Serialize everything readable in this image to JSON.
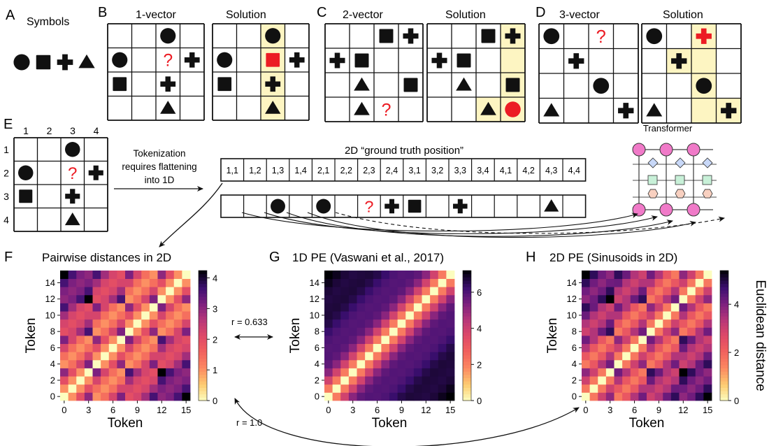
{
  "panels": {
    "A": {
      "letter": "A",
      "title": "Symbols"
    },
    "B": {
      "letter": "B",
      "puzzle_title": "1-vector",
      "solution_title": "Solution"
    },
    "C": {
      "letter": "C",
      "puzzle_title": "2-vector",
      "solution_title": "Solution"
    },
    "D": {
      "letter": "D",
      "puzzle_title": "3-vector",
      "solution_title": "Solution"
    },
    "E": {
      "letter": "E",
      "col_labels": [
        "1",
        "2",
        "3",
        "4"
      ],
      "row_labels": [
        "1",
        "2",
        "3",
        "4"
      ],
      "tokenization_text": [
        "Tokenization",
        "requires flattening",
        "into 1D"
      ],
      "ground_truth_title": "2D “ground truth position”",
      "positions": [
        "1,1",
        "1,2",
        "1,3",
        "1,4",
        "2,1",
        "2,2",
        "2,3",
        "2,4",
        "3,1",
        "3,2",
        "3,3",
        "3,4",
        "4,1",
        "4,2",
        "4,3",
        "4,4"
      ],
      "transformer_label": "Transformer"
    },
    "F": {
      "letter": "F",
      "title": "Pairwise distances in 2D"
    },
    "G": {
      "letter": "G",
      "title": "1D PE (Vaswani et al., 2017)"
    },
    "H": {
      "letter": "H",
      "title": "2D PE (Sinusoids in 2D)"
    }
  },
  "annotations": {
    "r_fg": "r = 0.633",
    "r_fh": "r = 1.0"
  },
  "symbols": [
    "circle",
    "square",
    "plus",
    "triangle",
    "question"
  ],
  "grids": {
    "B_puzzle": [
      [
        "",
        "",
        "circle",
        ""
      ],
      [
        "circle",
        "",
        "question",
        "plus"
      ],
      [
        "square",
        "",
        "plus",
        ""
      ],
      [
        "",
        "",
        "triangle",
        ""
      ]
    ],
    "B_solution": [
      [
        "",
        "",
        "circle",
        ""
      ],
      [
        "circle",
        "",
        "square-red",
        "plus"
      ],
      [
        "square",
        "",
        "plus",
        ""
      ],
      [
        "",
        "",
        "triangle",
        ""
      ]
    ],
    "B_highlight": [
      [
        0,
        2
      ],
      [
        1,
        2
      ],
      [
        2,
        2
      ],
      [
        3,
        2
      ]
    ],
    "C_puzzle": [
      [
        "",
        "",
        "square",
        "plus"
      ],
      [
        "plus",
        "square",
        "",
        ""
      ],
      [
        "",
        "triangle",
        "",
        "square"
      ],
      [
        "",
        "triangle",
        "question",
        ""
      ]
    ],
    "C_solution": [
      [
        "",
        "",
        "square",
        "plus"
      ],
      [
        "plus",
        "square",
        "",
        ""
      ],
      [
        "",
        "triangle",
        "",
        "square"
      ],
      [
        "",
        "",
        "triangle",
        "circle-red"
      ]
    ],
    "C_highlight": [
      [
        0,
        3
      ],
      [
        1,
        3
      ],
      [
        2,
        3
      ],
      [
        3,
        3
      ],
      [
        3,
        2
      ]
    ],
    "D_puzzle": [
      [
        "circle",
        "",
        "question",
        ""
      ],
      [
        "",
        "plus",
        "",
        ""
      ],
      [
        "",
        "",
        "circle",
        ""
      ],
      [
        "triangle",
        "",
        "",
        "plus"
      ]
    ],
    "D_solution": [
      [
        "circle",
        "",
        "plus-red",
        ""
      ],
      [
        "",
        "plus",
        "",
        ""
      ],
      [
        "",
        "",
        "circle",
        ""
      ],
      [
        "triangle",
        "",
        "",
        "plus"
      ]
    ],
    "D_highlight": [
      [
        0,
        2
      ],
      [
        1,
        1
      ],
      [
        1,
        2
      ],
      [
        2,
        2
      ],
      [
        3,
        2
      ],
      [
        3,
        3
      ]
    ],
    "E_grid": [
      [
        "",
        "",
        "circle",
        ""
      ],
      [
        "circle",
        "",
        "question",
        "plus"
      ],
      [
        "square",
        "",
        "plus",
        ""
      ],
      [
        "",
        "",
        "triangle",
        ""
      ]
    ],
    "E_sequence": [
      "",
      "",
      "circle",
      "",
      "circle",
      "",
      "question",
      "plus",
      "square",
      "",
      "plus",
      "",
      "",
      "",
      "triangle",
      ""
    ]
  },
  "colors": {
    "highlight": "#fdf5c2",
    "red": "#ec1c24",
    "node_pink": "#f07ac8",
    "node_blue": "#c8d8f8",
    "node_green": "#c8f0d8",
    "node_salmon": "#f8d0c0"
  },
  "chart_data": [
    {
      "type": "heatmap",
      "title": "Pairwise distances in 2D",
      "xlabel": "Token",
      "ylabel": "Token",
      "x_ticks": [
        "0",
        "3",
        "6",
        "9",
        "12",
        "15"
      ],
      "y_ticks": [
        "0",
        "2",
        "4",
        "6",
        "8",
        "10",
        "12",
        "14"
      ],
      "size": 16,
      "metric": "euclidean distance between 2D grid positions (4x4 grid)",
      "colorbar_ticks": [
        "0",
        "1",
        "2",
        "3",
        "4"
      ],
      "colorbar_range": [
        0,
        4.24
      ],
      "colormap": "magma_r"
    },
    {
      "type": "heatmap",
      "title": "1D PE (Vaswani et al., 2017)",
      "xlabel": "Token",
      "ylabel": "Token",
      "x_ticks": [
        "0",
        "3",
        "6",
        "9",
        "12",
        "15"
      ],
      "y_ticks": [
        "0",
        "2",
        "4",
        "6",
        "8",
        "10",
        "12",
        "14"
      ],
      "size": 16,
      "metric": "euclidean distance between 1D sinusoidal position encodings",
      "colorbar_ticks": [
        "0",
        "2",
        "4",
        "6"
      ],
      "colorbar_range": [
        0,
        7.2
      ],
      "colormap": "magma_r"
    },
    {
      "type": "heatmap",
      "title": "2D PE (Sinusoids in 2D)",
      "xlabel": "Token",
      "ylabel": "Token",
      "x_ticks": [
        "0",
        "3",
        "6",
        "9",
        "12",
        "15"
      ],
      "y_ticks": [
        "0",
        "2",
        "4",
        "6",
        "8",
        "10",
        "12",
        "14"
      ],
      "size": 16,
      "metric": "euclidean distance between 2D sinusoidal position encodings",
      "colorbar_ticks": [
        "0",
        "2",
        "4"
      ],
      "colorbar_label": "Euclidean distance",
      "colorbar_range": [
        0,
        5.4
      ],
      "colormap": "magma_r"
    }
  ]
}
